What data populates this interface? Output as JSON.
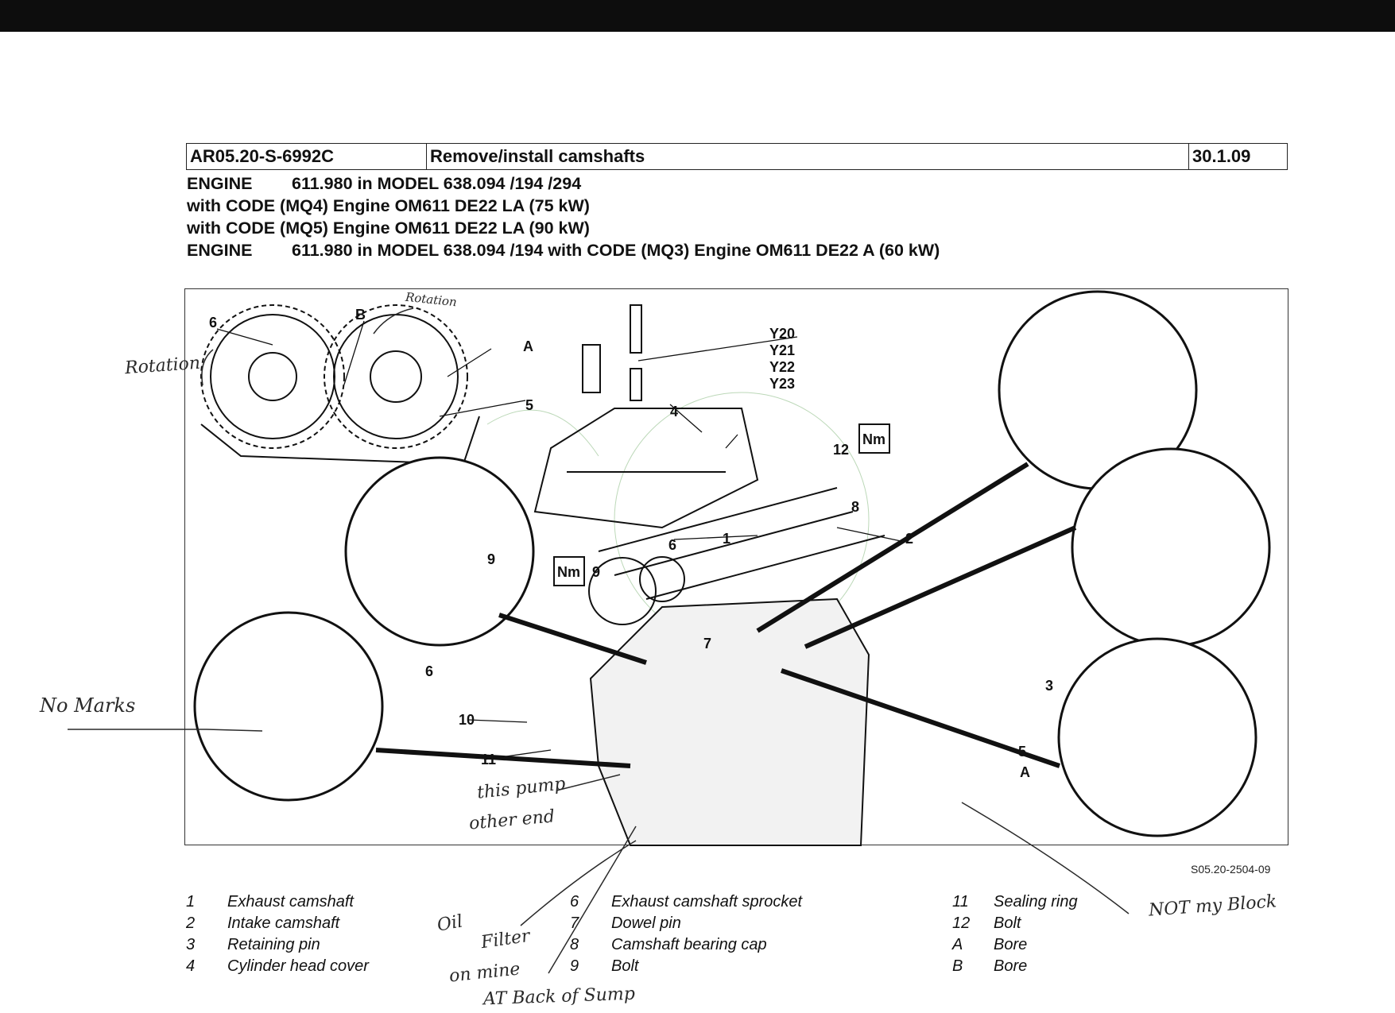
{
  "header": {
    "doc_id": "AR05.20-S-6992C",
    "title": "Remove/install camshafts",
    "date": "30.1.09"
  },
  "applicability": [
    {
      "label": "ENGINE",
      "text": "611.980 in MODEL 638.094 /194 /294"
    },
    {
      "label": "",
      "text": "with CODE (MQ4) Engine OM611 DE22 LA (75 kW)"
    },
    {
      "label": "",
      "text": "with CODE (MQ5) Engine OM611 DE22 LA (90 kW)"
    },
    {
      "label": "ENGINE",
      "text": "611.980 in MODEL 638.094 /194 with CODE (MQ3) Engine OM611 DE22 A (60 kW)"
    }
  ],
  "figure": {
    "reference": "S05.20-2504-09",
    "labels": {
      "l6a": "6",
      "lB": "B",
      "lA": "A",
      "l5": "5",
      "y20": "Y20",
      "y21": "Y21",
      "y22": "Y22",
      "y23": "Y23",
      "l4": "4",
      "l12": "12",
      "nm1": "Nm",
      "l8": "8",
      "l1": "1",
      "l2": "2",
      "l9a": "9",
      "nm2": "Nm",
      "l9b": "9",
      "l6b": "6",
      "l7": "7",
      "l6c": "6",
      "l10": "10",
      "l11": "11",
      "l3": "3",
      "l5b": "5",
      "lAb": "A"
    }
  },
  "legend": {
    "col1": [
      {
        "num": "1",
        "text": "Exhaust camshaft"
      },
      {
        "num": "2",
        "text": "Intake camshaft"
      },
      {
        "num": "3",
        "text": "Retaining pin"
      },
      {
        "num": "4",
        "text": "Cylinder head cover"
      }
    ],
    "col2": [
      {
        "num": "6",
        "text": "Exhaust camshaft sprocket"
      },
      {
        "num": "7",
        "text": "Dowel pin"
      },
      {
        "num": "8",
        "text": "Camshaft bearing cap"
      },
      {
        "num": "9",
        "text": "Bolt"
      }
    ],
    "col3": [
      {
        "num": "11",
        "text": "Sealing ring"
      },
      {
        "num": "12",
        "text": "Bolt"
      },
      {
        "num": "A",
        "text": "Bore"
      },
      {
        "num": "B",
        "text": "Bore"
      }
    ]
  },
  "handwriting": {
    "rotation_left": "Rotation",
    "rotation_top": "Rotation",
    "no_marks": "No Marks",
    "this_pump": "this pump",
    "other_end": "other end",
    "oil": "Oil",
    "filter": "Filter",
    "on_mine": "on mine",
    "at_back": "AT Back of Sump",
    "not_my_block": "NOT my Block"
  },
  "colors": {
    "ink": "#111111",
    "pencil": "#2a2a2a",
    "scan_bar": "#0d0d0d",
    "green_bleed": "#9fc79a"
  }
}
